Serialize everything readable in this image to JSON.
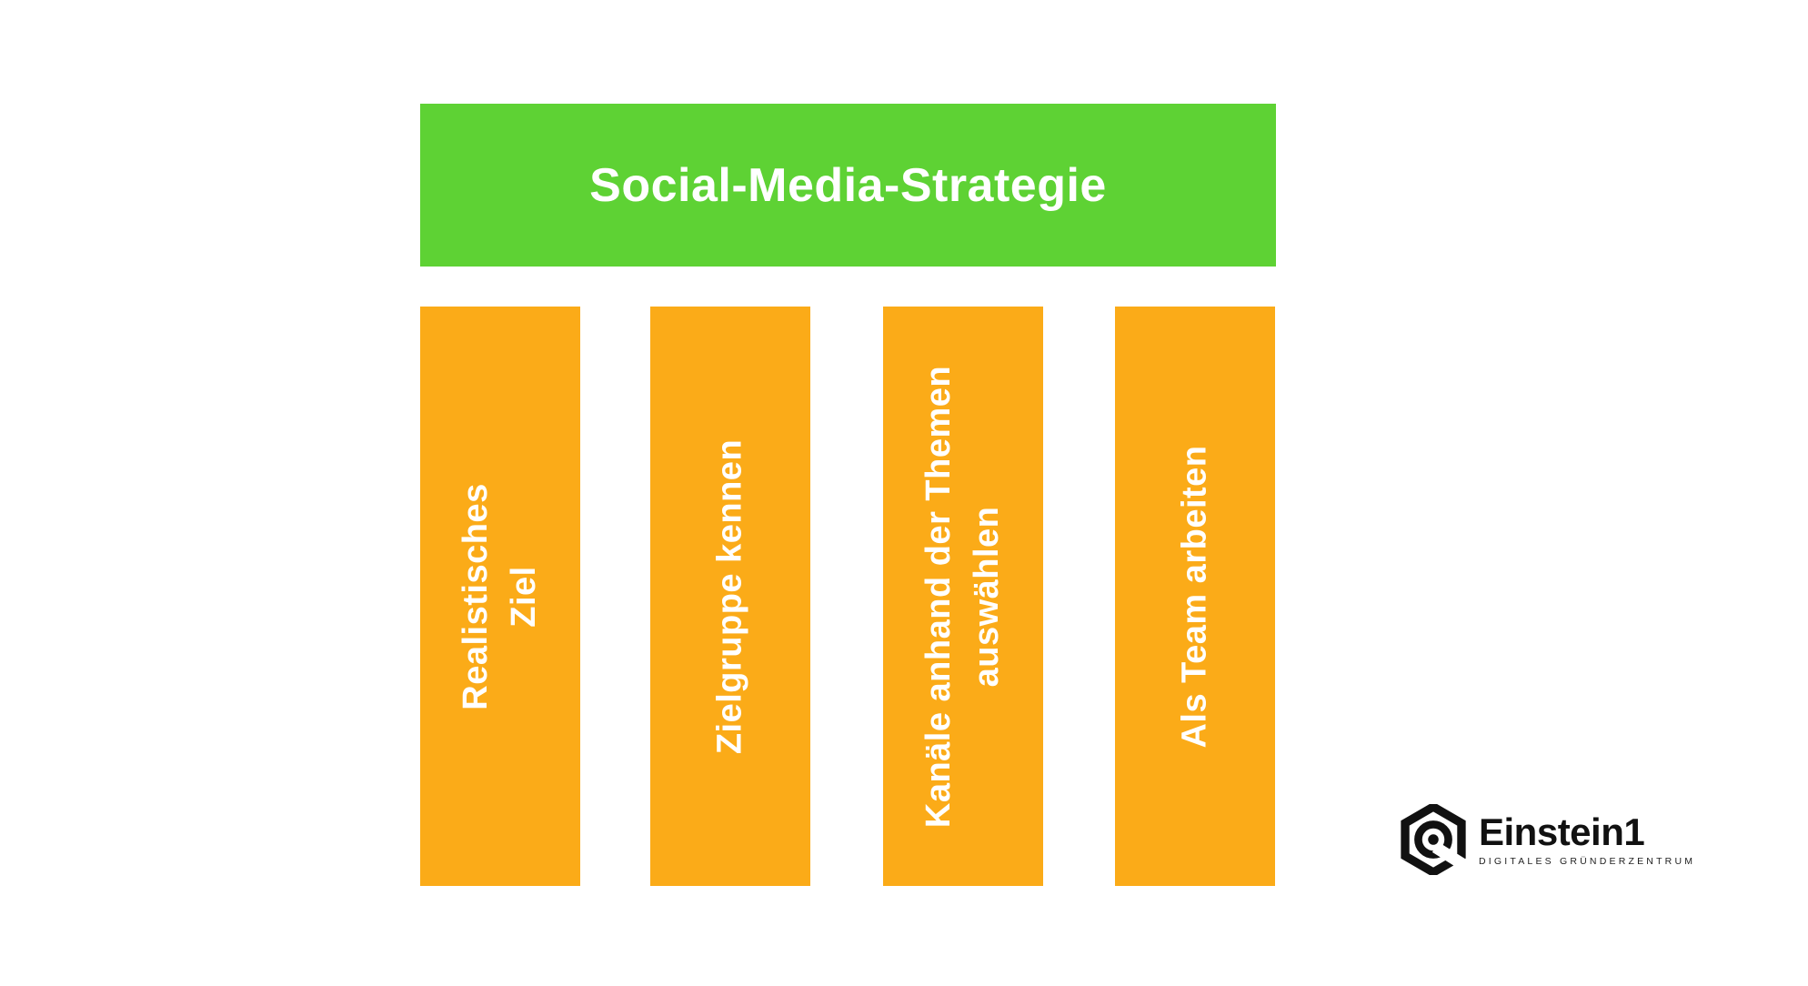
{
  "header": {
    "title": "Social-Media-Strategie"
  },
  "pillars": {
    "items": [
      {
        "label": "Realistisches\nZiel"
      },
      {
        "label": "Zielgruppe kennen"
      },
      {
        "label": "Kanäle anhand der Themen\nauswählen"
      },
      {
        "label": "Als Team arbeiten"
      }
    ]
  },
  "logo": {
    "brand": "Einstein1",
    "tagline": "DIGITALES GRÜNDERZENTRUM",
    "icon": "einstein1-hexagon-logo"
  },
  "colors": {
    "header_green": "#5ed234",
    "pillar_orange": "#fbab18",
    "label_text": "#ffffff",
    "logo_black": "#111111"
  }
}
